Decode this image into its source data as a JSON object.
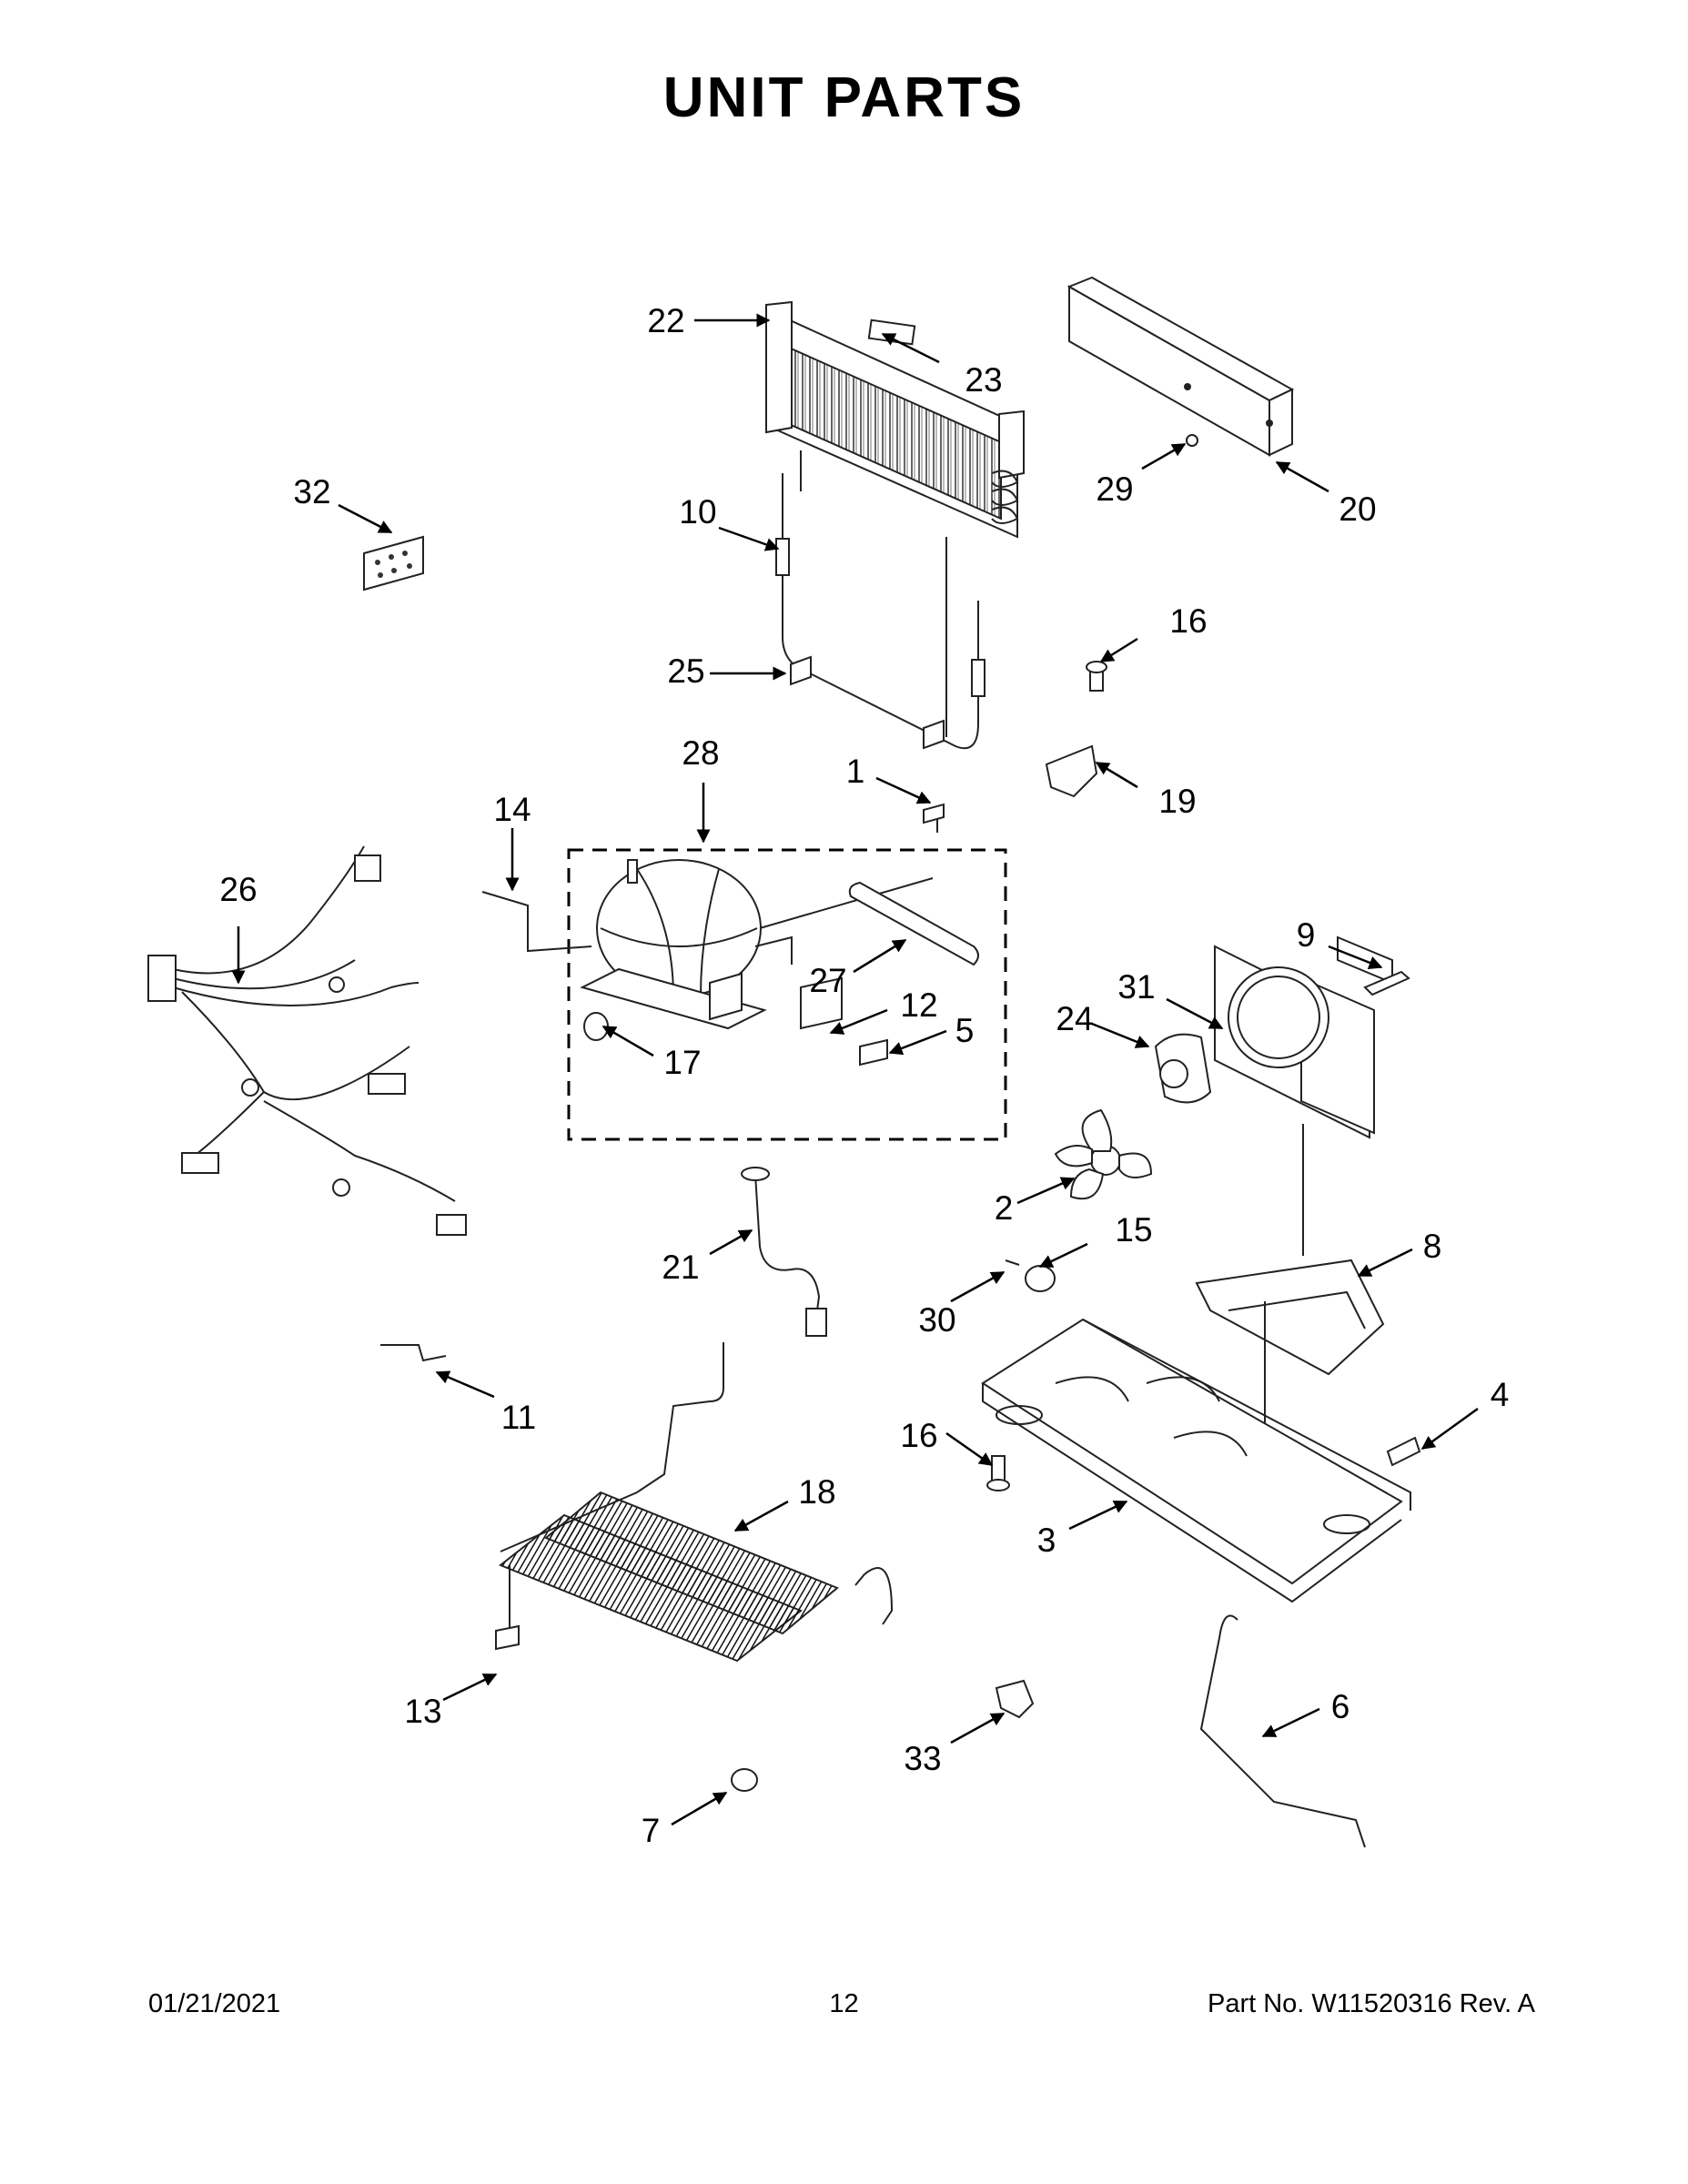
{
  "title": "UNIT PARTS",
  "callouts": [
    {
      "id": "c1",
      "label": "1"
    },
    {
      "id": "c2",
      "label": "2"
    },
    {
      "id": "c3",
      "label": "3"
    },
    {
      "id": "c4",
      "label": "4"
    },
    {
      "id": "c5",
      "label": "5"
    },
    {
      "id": "c6",
      "label": "6"
    },
    {
      "id": "c7",
      "label": "7"
    },
    {
      "id": "c8",
      "label": "8"
    },
    {
      "id": "c9",
      "label": "9"
    },
    {
      "id": "c10",
      "label": "10"
    },
    {
      "id": "c11",
      "label": "11"
    },
    {
      "id": "c12",
      "label": "12"
    },
    {
      "id": "c13",
      "label": "13"
    },
    {
      "id": "c14",
      "label": "14"
    },
    {
      "id": "c15",
      "label": "15"
    },
    {
      "id": "c16a",
      "label": "16"
    },
    {
      "id": "c16b",
      "label": "16"
    },
    {
      "id": "c17",
      "label": "17"
    },
    {
      "id": "c18",
      "label": "18"
    },
    {
      "id": "c19",
      "label": "19"
    },
    {
      "id": "c20",
      "label": "20"
    },
    {
      "id": "c21",
      "label": "21"
    },
    {
      "id": "c22",
      "label": "22"
    },
    {
      "id": "c23",
      "label": "23"
    },
    {
      "id": "c24",
      "label": "24"
    },
    {
      "id": "c25",
      "label": "25"
    },
    {
      "id": "c26",
      "label": "26"
    },
    {
      "id": "c27",
      "label": "27"
    },
    {
      "id": "c28",
      "label": "28"
    },
    {
      "id": "c29",
      "label": "29"
    },
    {
      "id": "c30",
      "label": "30"
    },
    {
      "id": "c31",
      "label": "31"
    },
    {
      "id": "c32",
      "label": "32"
    },
    {
      "id": "c33",
      "label": "33"
    }
  ],
  "footer": {
    "date": "01/21/2021",
    "page": "12",
    "part": "Part No.  W11520316  Rev.  A"
  }
}
